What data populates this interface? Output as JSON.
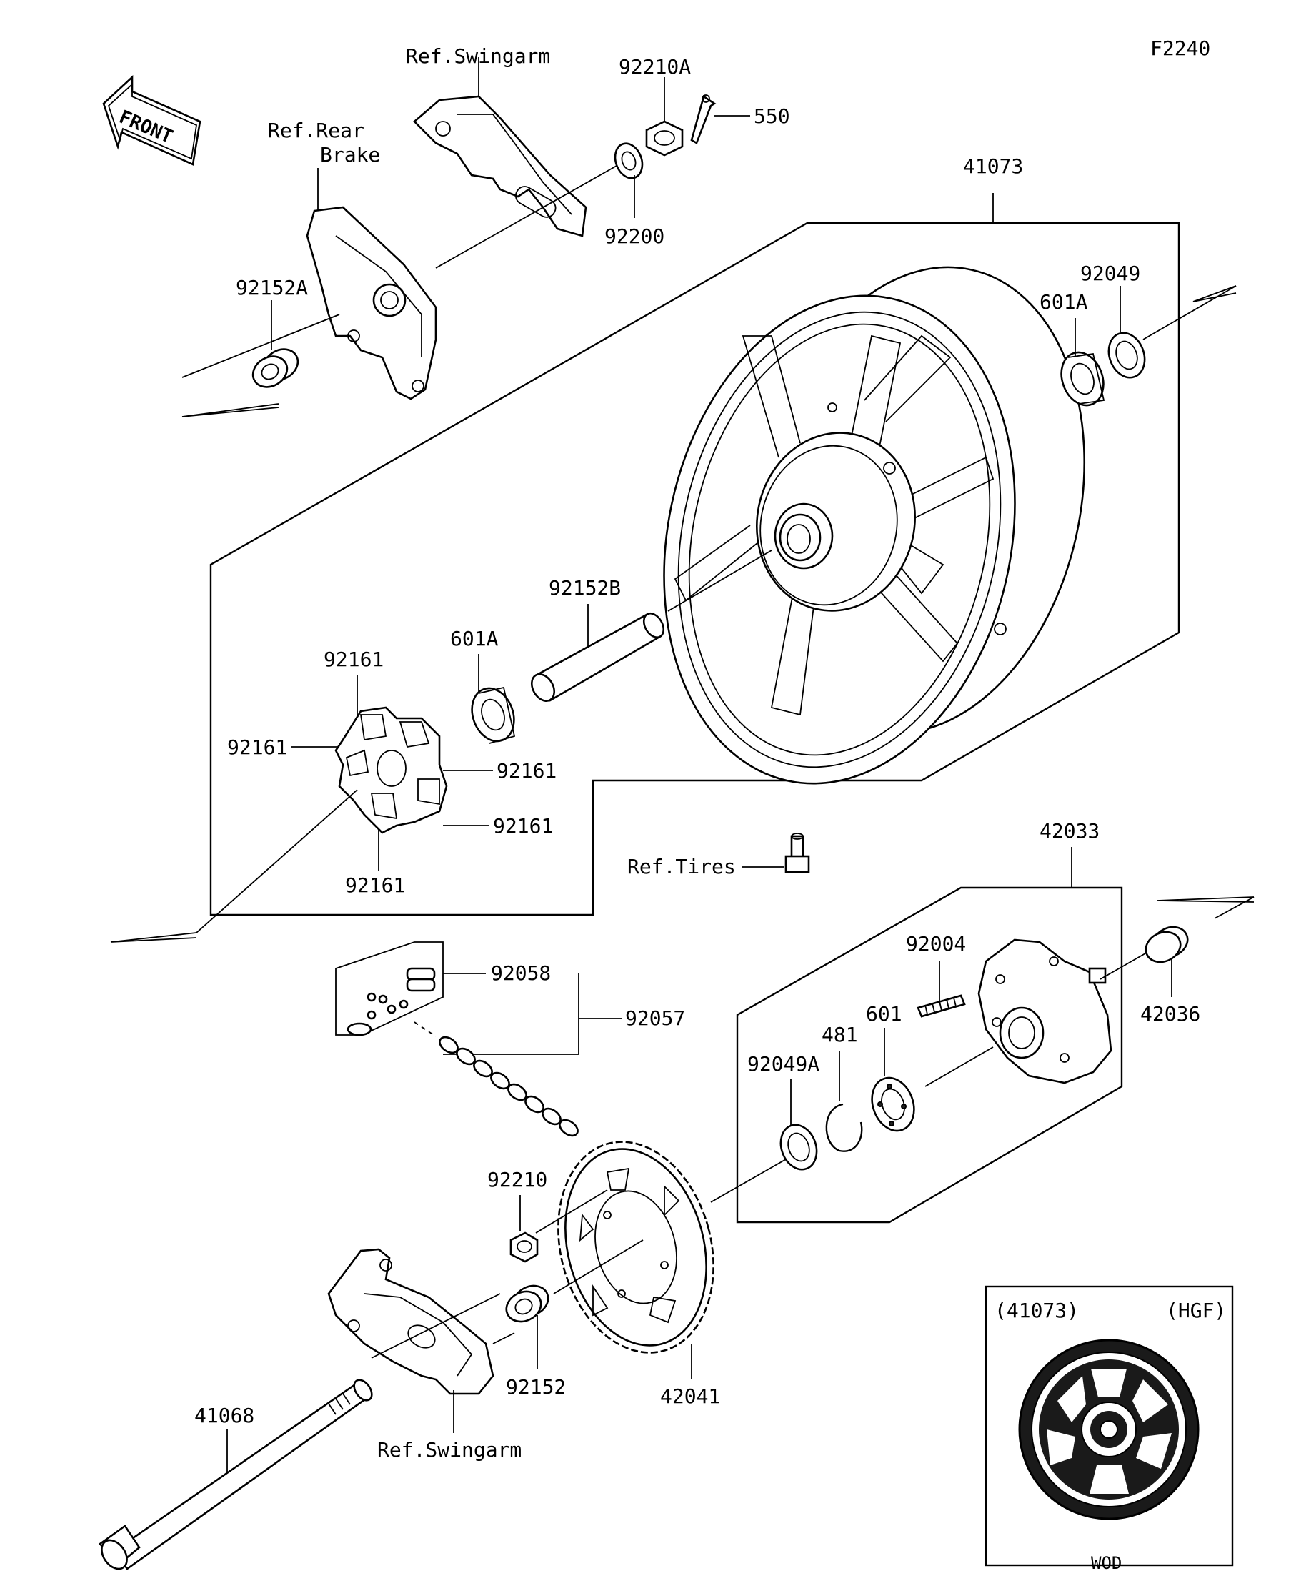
{
  "figure_code": "F2240",
  "front_label": "FRONT",
  "labels": {
    "ref_swingarm_top": "Ref.Swingarm",
    "ref_rear_brake_1": "Ref.Rear",
    "ref_rear_brake_2": "Brake",
    "p92210A": "92210A",
    "p550": "550",
    "p92200": "92200",
    "p41073": "41073",
    "p92049": "92049",
    "p601A_right": "601A",
    "p92152A": "92152A",
    "p92152B": "92152B",
    "p601A_left": "601A",
    "p92161_top": "92161",
    "p92161_left": "92161",
    "p92161_right1": "92161",
    "p92161_right2": "92161",
    "p92161_bottom": "92161",
    "ref_tires": "Ref.Tires",
    "p42033": "42033",
    "p92004": "92004",
    "p42036": "42036",
    "p92058": "92058",
    "p92057": "92057",
    "p481": "481",
    "p601": "601",
    "p92049A": "92049A",
    "p92210": "92210",
    "p92152": "92152",
    "p42041": "42041",
    "p41068": "41068",
    "ref_swingarm_bottom": "Ref.Swingarm"
  },
  "inset": {
    "part_label": "(41073)",
    "color_code": "(HGF)",
    "finish_label": "WOD"
  }
}
